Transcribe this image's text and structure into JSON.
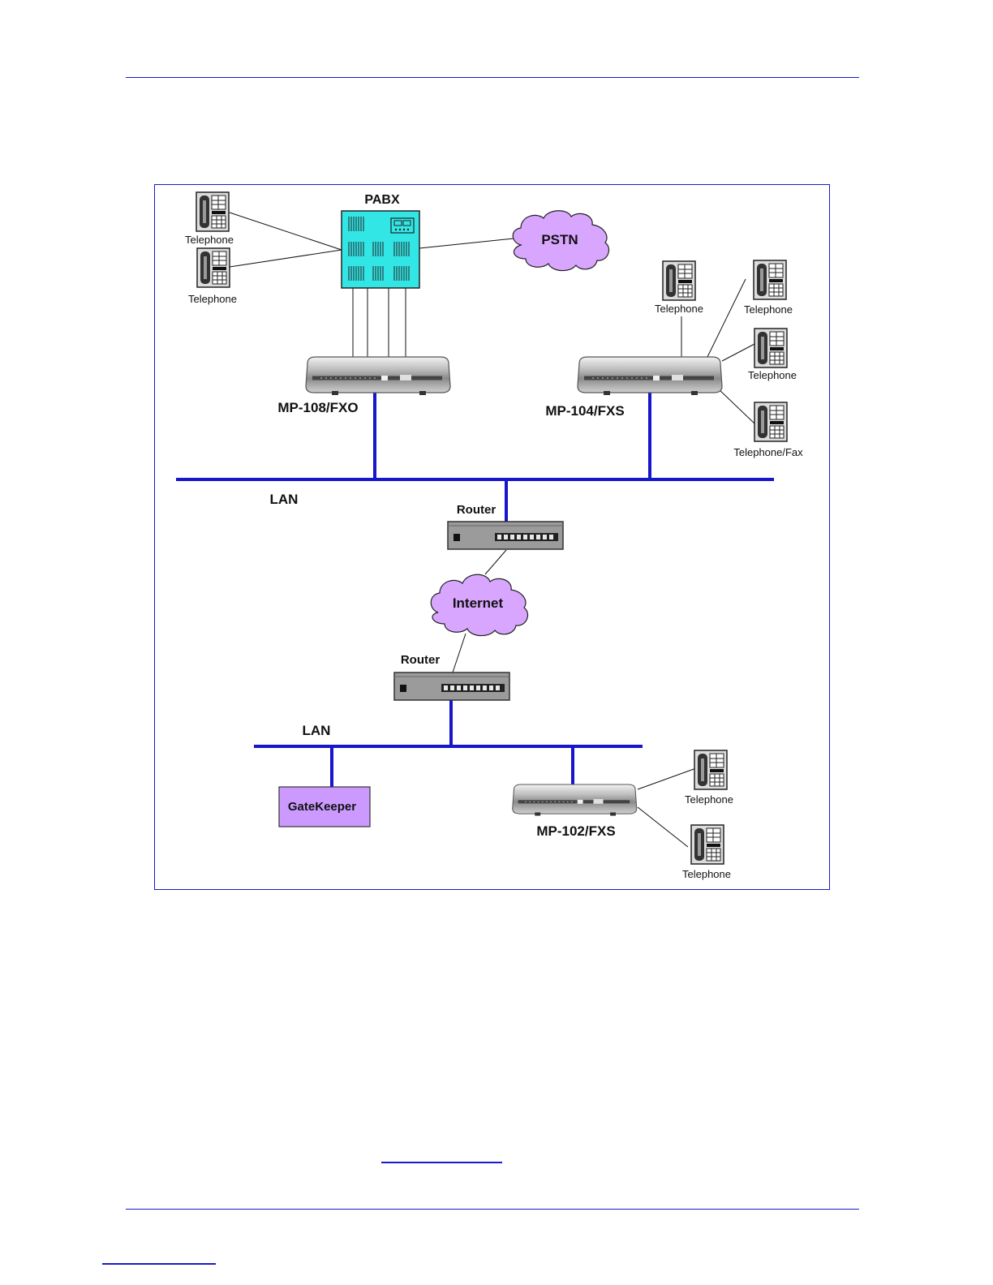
{
  "labels": {
    "pabx": "PABX",
    "pstn": "PSTN",
    "internet": "Internet",
    "mp108": "MP-108/FXO",
    "mp104": "MP-104/FXS",
    "mp102": "MP-102/FXS",
    "lan_top": "LAN",
    "lan_bottom": "LAN",
    "router_top": "Router",
    "router_bottom": "Router",
    "gatekeeper": "GateKeeper",
    "phone_pabx_1": "Telephone",
    "phone_pabx_2": "Telephone",
    "phone_mp104_1": "Telephone",
    "phone_mp104_2": "Telephone",
    "phone_mp104_3": "Telephone",
    "phone_mp104_4": "Telephone/Fax",
    "phone_mp102_1": "Telephone",
    "phone_mp102_2": "Telephone"
  },
  "colors": {
    "lan_line": "#1616cc",
    "pabx_fill": "#33e6e6",
    "cloud_fill": "#d9a6ff",
    "gatekeeper_fill": "#cc99ff",
    "frame": "#1a1ad0"
  }
}
